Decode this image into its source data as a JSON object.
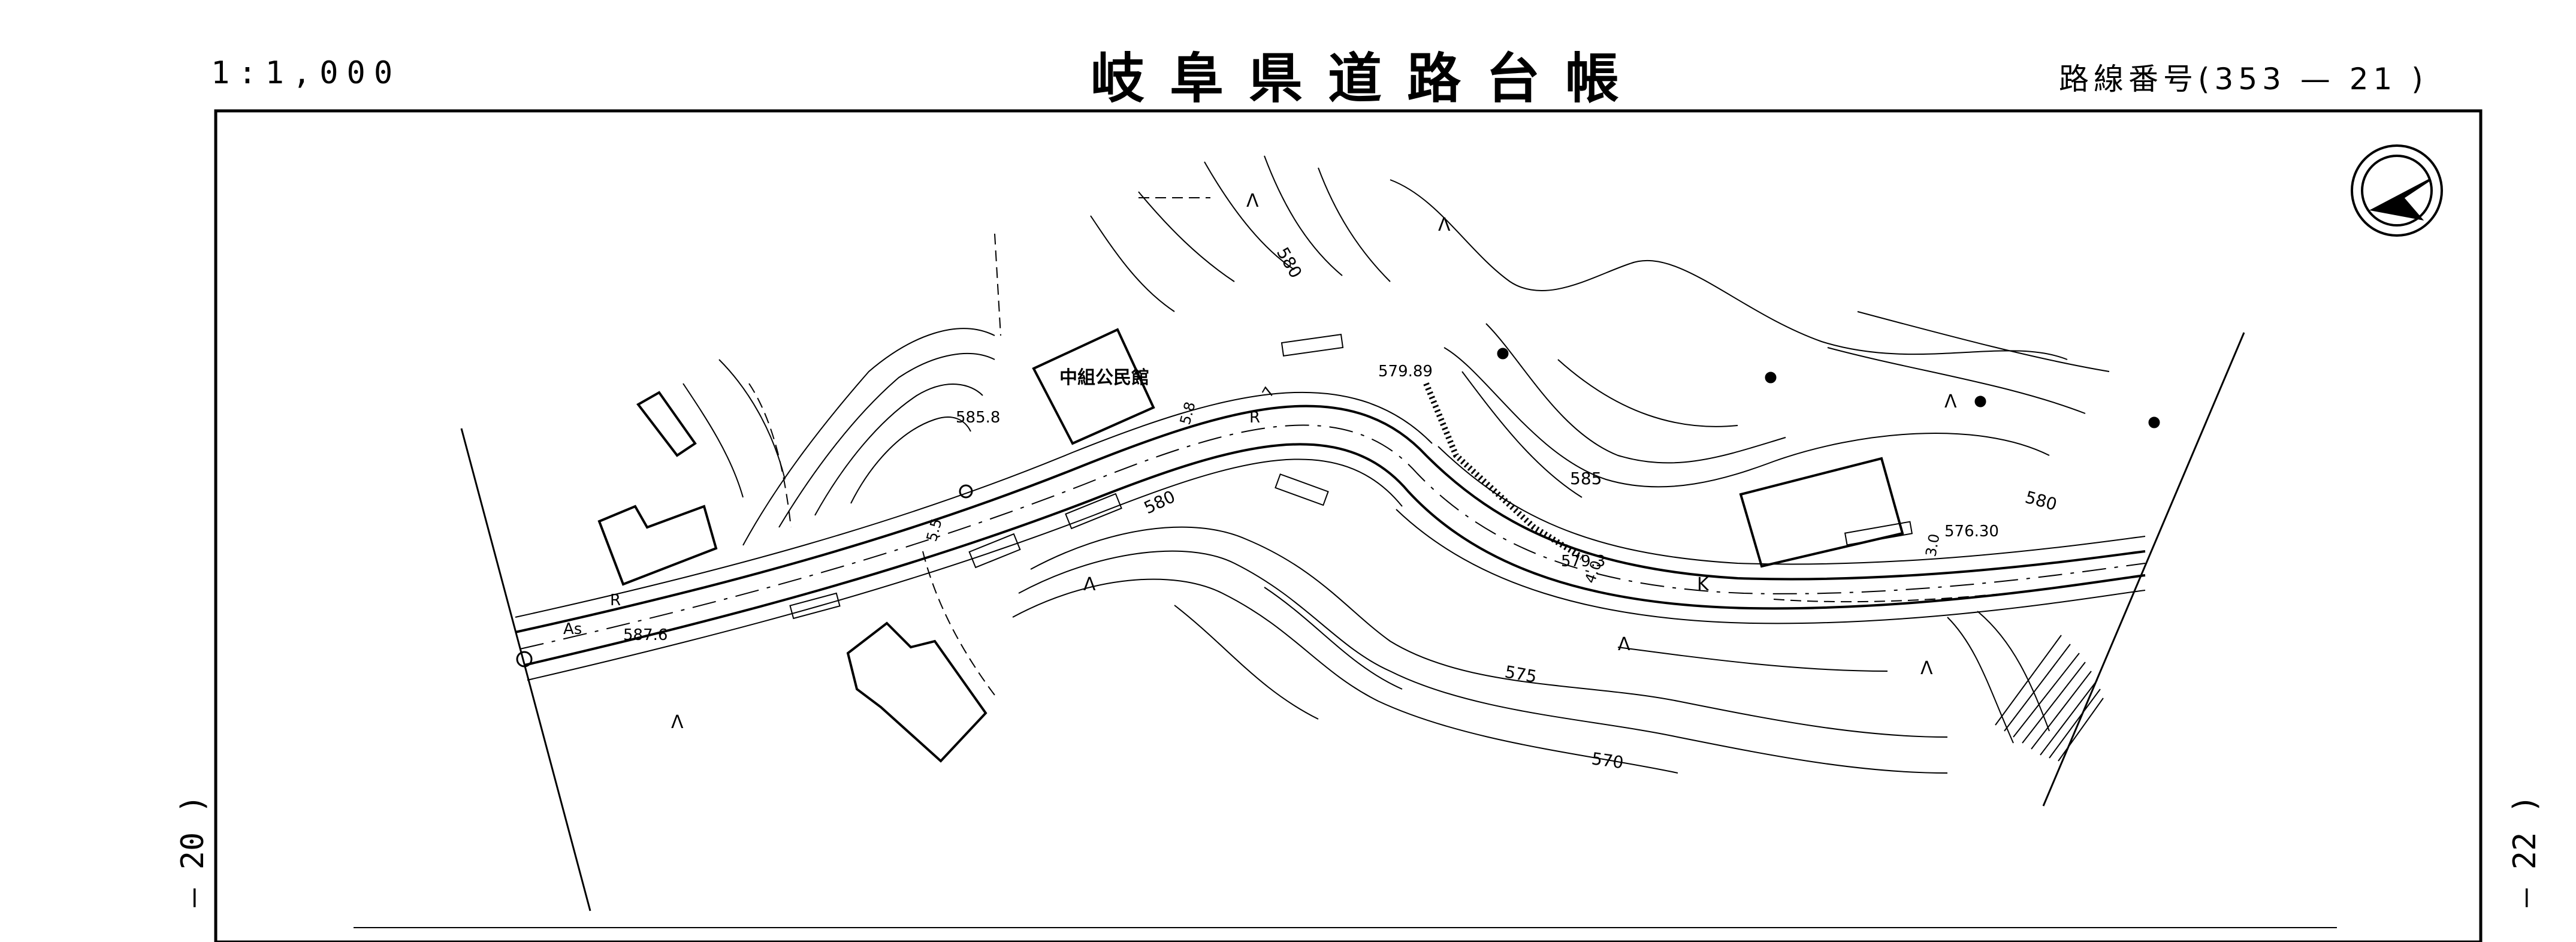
{
  "header": {
    "scale": "1:1,000",
    "title": "岐阜県道路台帳",
    "route_number": "路線番号(353 — 21 )"
  },
  "margins": {
    "left_sheet": "— 20 )",
    "right_sheet": "— 22 )"
  },
  "map": {
    "building_label": "中組公民館",
    "elevations": {
      "e1": "585.8",
      "e2": "579.89",
      "e3": "587.6",
      "e4": "579.3",
      "e5": "576.30"
    },
    "contours": {
      "c580a": "580",
      "c580b": "580",
      "c580c": "580",
      "c585": "585",
      "c575": "575",
      "c570": "570"
    },
    "road_marks": {
      "as": "As",
      "r1": "R",
      "r2": "R",
      "k": "K",
      "w1": "5.5",
      "w2": "5.8",
      "w3": "7",
      "w4": "4.0",
      "w5": "3.0"
    },
    "vegetation_symbol": "Λ",
    "north_icon": "north-arrow-icon"
  }
}
